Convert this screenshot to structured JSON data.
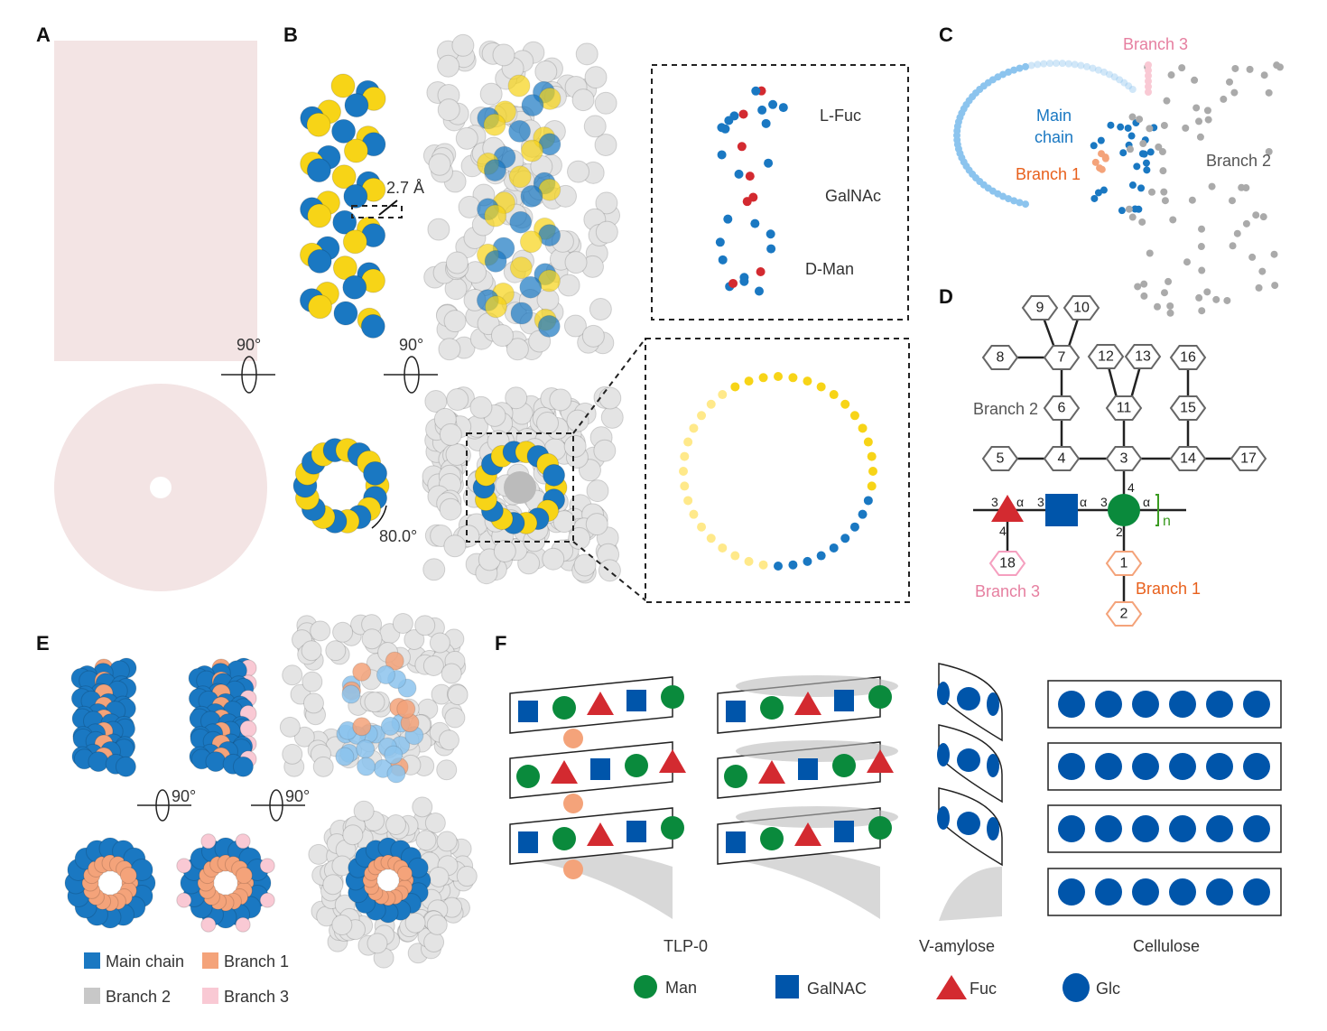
{
  "panels": {
    "a": "A",
    "b": "B",
    "c": "C",
    "d": "D",
    "e": "E",
    "f": "F"
  },
  "panel_b": {
    "rotation": "90°",
    "distance": "2.7 Å",
    "angle": "80.0°",
    "inset_labels": [
      "L-Fuc",
      "GalNAc",
      "D-Man"
    ]
  },
  "panel_a": {
    "rotation": "90°"
  },
  "panel_c": {
    "main_chain": "Main chain",
    "main_chain_l1": "Main",
    "main_chain_l2": "chain",
    "branch1": "Branch 1",
    "branch2": "Branch 2",
    "branch3": "Branch 3"
  },
  "panel_d": {
    "hexagons": [
      "1",
      "2",
      "3",
      "4",
      "5",
      "6",
      "7",
      "8",
      "9",
      "10",
      "11",
      "12",
      "13",
      "14",
      "15",
      "16",
      "17",
      "18"
    ],
    "linkage": {
      "alpha": "α",
      "three": "3",
      "four": "4",
      "two": "2",
      "repeat": "n"
    },
    "branch1": "Branch 1",
    "branch2": "Branch 2",
    "branch3": "Branch 3"
  },
  "panel_e": {
    "rotation": "90°",
    "legend": [
      "Main chain",
      "Branch 1",
      "Branch 2",
      "Branch 3"
    ]
  },
  "panel_f": {
    "structures": [
      "TLP-0",
      "V-amylose",
      "Cellulose"
    ],
    "legend": [
      "Man",
      "GalNAC",
      "Fuc",
      "Glc"
    ]
  },
  "colors": {
    "main": "#1a78c2",
    "yellow": "#f7d417",
    "branch1": "#f4a37a",
    "branch2": "#c8c8c8",
    "branch3": "#f9c9d4",
    "man": "#0a8a3c",
    "galnac": "#0055aa",
    "fuc": "#d32a30",
    "glc": "#0055aa",
    "orange_text": "#e8601c",
    "pink_text": "#e67fa0"
  }
}
